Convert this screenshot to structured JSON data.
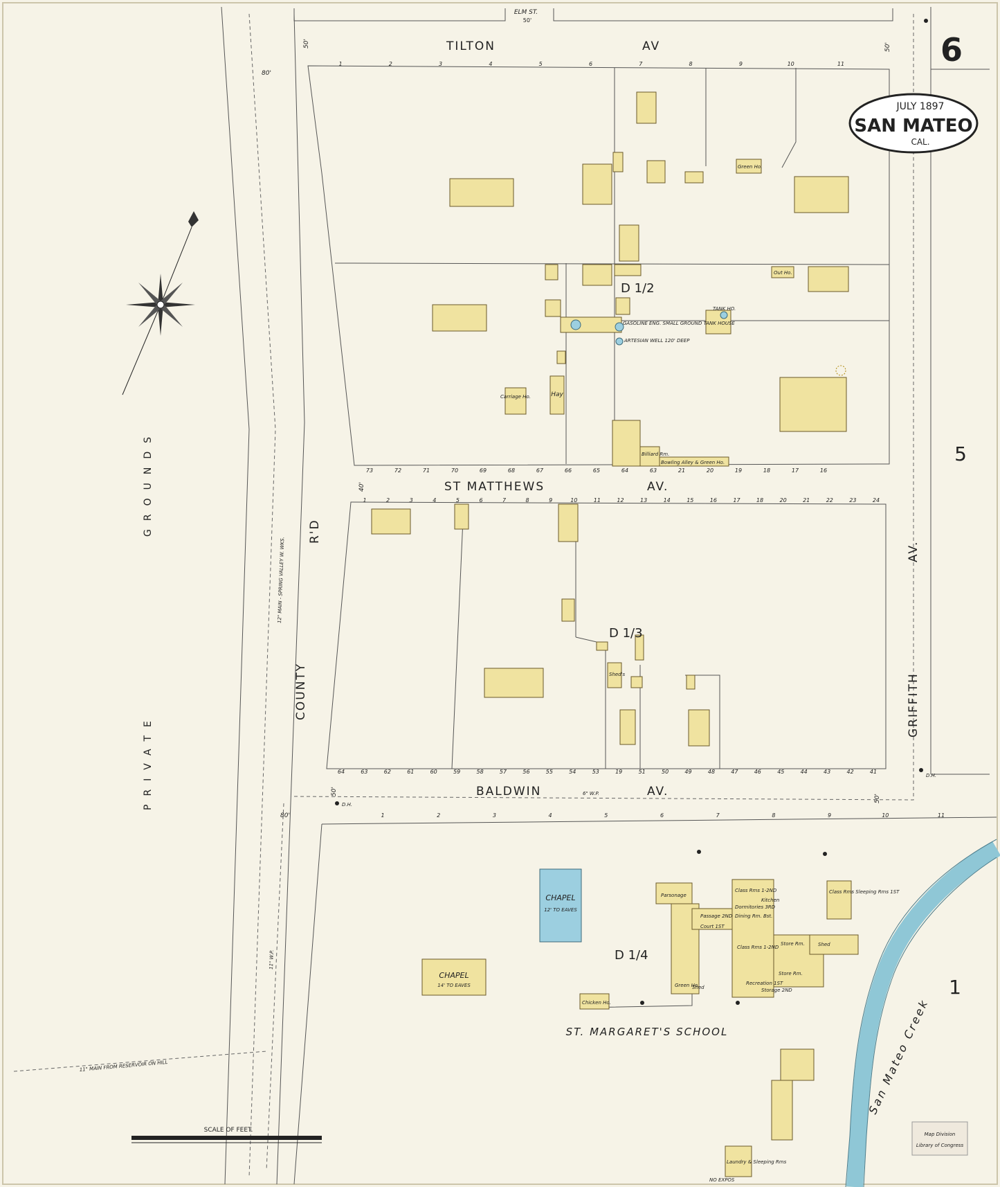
{
  "header": {
    "sheet_number": "6",
    "date": "JULY 1897",
    "city": "SAN MATEO",
    "state": "CAL."
  },
  "streets": {
    "top_street": "ELM ST.",
    "top_street_width": "50'",
    "tilton": "TILTON",
    "tilton_suffix": "AV",
    "st_matthews": "ST MATTHEWS",
    "st_matthews_suffix": "AV.",
    "baldwin": "BALDWIN",
    "baldwin_suffix": "AV.",
    "county": "COUNTY",
    "county_suffix": "R'D",
    "griffith": "GRIFFITH",
    "griffith_suffix": "AV.",
    "private": "PRIVATE",
    "grounds": "GROUNDS",
    "creek": "San Mateo Creek"
  },
  "blocks": {
    "upper": "D 1/2",
    "middle": "D 1/3",
    "lower": "D 1/4"
  },
  "adjacent_sheets": {
    "right_upper": "5",
    "right_lower": "1"
  },
  "labels": {
    "school": "ST. MARGARET'S SCHOOL",
    "chapel_blue": "CHAPEL",
    "chapel_blue_note": "12' TO EAVES",
    "chapel_yellow": "CHAPEL",
    "chapel_yellow_note": "14' TO EAVES",
    "carriage": "Carriage Ho.",
    "hay": "Hay",
    "billiard": "Billiard Rm.",
    "bowling": "Bowling Alley & Green Ho.",
    "tank": "TANK HO.",
    "gasoline": "GASOLINE ENG. SMALL GROUND TANK HOUSE",
    "artesian": "ARTESIAN WELL 120' DEEP",
    "green_ho": "Green Ho.",
    "out_ho": "Out Ho.",
    "sheds": "Shed's",
    "parsonage": "Parsonage",
    "passage": "Passage 2ND",
    "court": "Court 1ST",
    "class_rms": "Class Rms 1-2ND",
    "kitchen": "Kitchen",
    "dormitories": "Dormitories 3RD",
    "dining": "Dining Rm. Bst.",
    "class_rms2": "Class Rms 1-2ND",
    "store": "Store Rm.",
    "store2": "Store Rm.",
    "shed": "Shed",
    "recreation": "Recreation 1ST",
    "storage": "Storage 2ND",
    "class_sleep": "Class Rms Sleeping Rms 1ST",
    "chicken": "Chicken Ho.",
    "green_shed": "Green Ho.",
    "shed2": "Shed",
    "laundry": "Laundry & Sleeping Rms",
    "no_expos": "NO EXPOS",
    "dh1": "D.H.",
    "dh2": "D.H.",
    "water_main": "12\" MAIN - SPRING VALLEY W. WKS.",
    "water_main2": "11\" MAIN FROM RESERVOIR ON HILL",
    "wp": "6\" W.P.",
    "wp2": "11\" W.P.",
    "scale": "SCALE OF FEET.",
    "stamp1": "Map Division",
    "stamp2": "Library of Congress"
  },
  "street_widths": {
    "w50a": "50'",
    "w50b": "50'",
    "w80a": "80'",
    "w40": "40'",
    "w80b": "80'",
    "w50c": "50'",
    "w50d": "50'"
  },
  "colors": {
    "paper": "#f6f3e7",
    "frame_building": "#f0e3a0",
    "brick_building": "#9ccfe0",
    "creek": "#8fc7d6"
  },
  "lot_numbers": {
    "tilton_row": [
      "1",
      "2",
      "3",
      "4",
      "5",
      "6",
      "7",
      "8",
      "9",
      "10",
      "11"
    ],
    "st_matthews_upper": [
      "73",
      "72",
      "71",
      "70",
      "69",
      "68",
      "67",
      "66",
      "65",
      "64",
      "63",
      "21",
      "20",
      "19",
      "18",
      "17",
      "16"
    ],
    "st_matthews_lower": [
      "1",
      "2",
      "3",
      "4",
      "5",
      "6",
      "7",
      "8",
      "9",
      "10",
      "11",
      "12",
      "13",
      "14",
      "15",
      "16",
      "17",
      "18",
      "20",
      "21",
      "22",
      "23",
      "24"
    ],
    "baldwin_upper": [
      "64",
      "63",
      "62",
      "61",
      "60",
      "59",
      "58",
      "57",
      "56",
      "55",
      "54",
      "53",
      "19",
      "51",
      "50",
      "49",
      "48",
      "47",
      "46",
      "45",
      "44",
      "43",
      "42",
      "41"
    ],
    "baldwin_lower": [
      "1",
      "2",
      "3",
      "4",
      "5",
      "6",
      "7",
      "8",
      "9",
      "10",
      "11"
    ]
  }
}
